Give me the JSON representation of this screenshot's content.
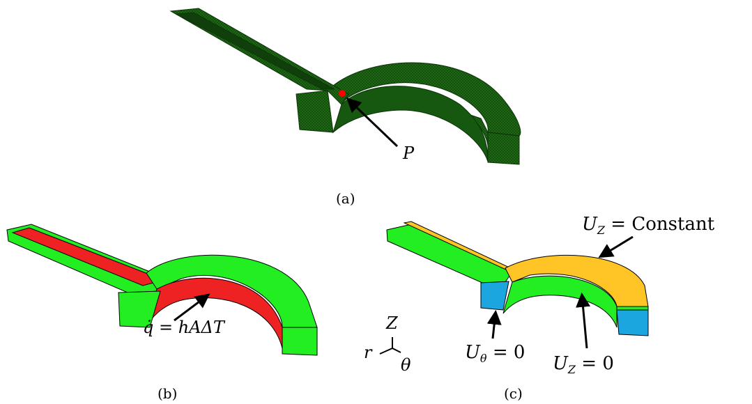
{
  "captions": {
    "a": "(a)",
    "b": "(b)",
    "c": "(c)"
  },
  "panel_a": {
    "point_label": "P"
  },
  "panel_b": {
    "heat_flux": "q̇ = hAΔT"
  },
  "panel_c": {
    "uz_const": "U",
    "uz_const_sub": "Z",
    "uz_const_rhs": " = Constant",
    "uz_zero": "U",
    "uz_zero_sub": "Z",
    "uz_zero_rhs": " = 0",
    "utheta": "U",
    "utheta_sub": "θ",
    "utheta_rhs": " = 0"
  },
  "axes": {
    "z": "Z",
    "r": "r",
    "theta": "θ"
  },
  "colors": {
    "mesh": "#1a5e12",
    "mesh_dark": "#0f3d0a",
    "green": "#22ee22",
    "red": "#ee2222",
    "yellow": "#ffc425",
    "blue": "#1ca6e0",
    "point": "#ff0000"
  }
}
